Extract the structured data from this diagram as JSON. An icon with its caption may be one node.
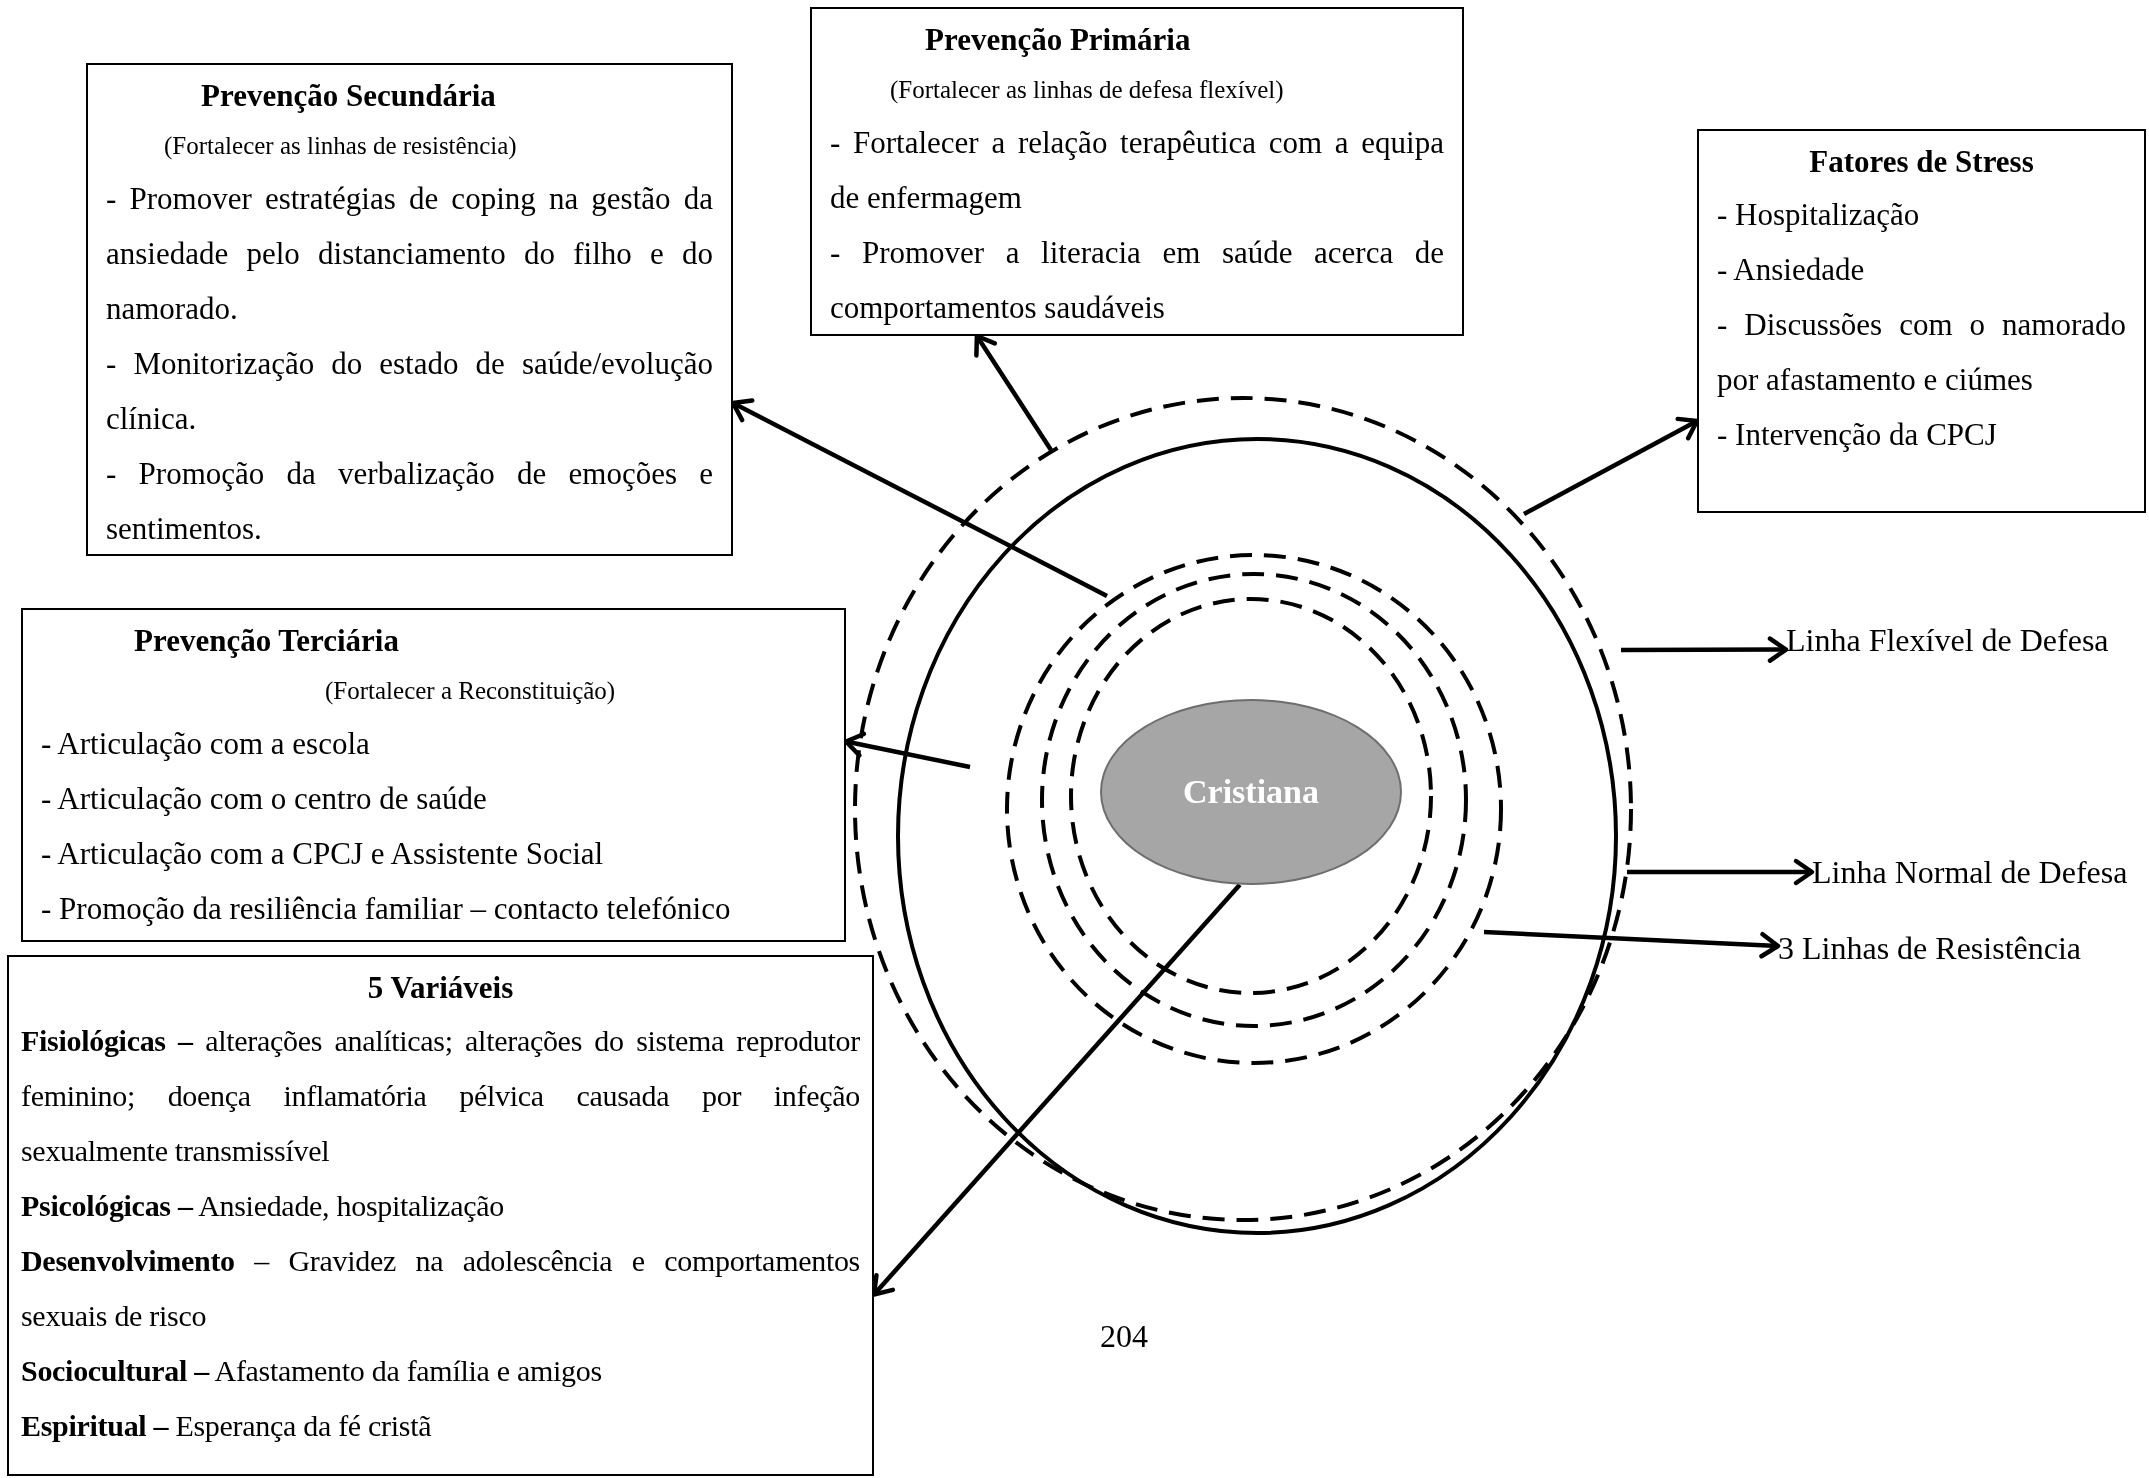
{
  "diagram": {
    "nodes": [
      {
        "text": [
          "Prevenção Primária",
          "(Fortalecer as linhas de defesa flexível)",
          "- Fortalecer a relação terapêutica com a equipa de enfermagem",
          "- Promover a literacia em saúde acerca de comportamentos saudáveis"
        ]
      },
      {
        "text": [
          "Prevenção Secundária",
          "(Fortalecer as linhas de resistência)",
          "- Promover estratégias de coping na gestão da ansiedade pelo distanciamento do filho e do namorado.",
          "- Monitorização do estado de saúde/evolução clínica.",
          "- Promoção da verbalização de emoções e sentimentos."
        ]
      },
      {
        "text": [
          "Fatores de Stress",
          "- Hospitalização",
          "- Ansiedade",
          "- Discussões com o namorado por afastamento e ciúmes",
          "- Intervenção da CPCJ"
        ]
      },
      {
        "text": [
          "Prevenção Terciária",
          "(Fortalecer a Reconstituição)",
          "- Articulação com a escola",
          "- Articulação com o centro de saúde",
          "- Articulação com a CPCJ e Assistente Social",
          "- Promoção da resiliência familiar – contacto telefónico"
        ]
      },
      {
        "text": [
          "Linha Flexível de Defesa"
        ]
      },
      {
        "text": [
          "Linha Normal de Defesa"
        ]
      },
      {
        "text": [
          "3 Linhas de Resistência"
        ]
      },
      {
        "text": [
          "5 Variáveis",
          "**Fisiológicas –** alterações analíticas; alterações do sistema reprodutor feminino; doença inflamatória pélvica causada por infeção sexualmente transmissível",
          "**Psicológicas –** Ansiedade, hospitalização",
          "**Desenvolvimento** – Gravidez na adolescência e comportamentos sexuais de risco",
          "**Sociocultural –** Afastamento da família e amigos",
          "**Espiritual –** Esperança da fé cristã"
        ]
      },
      {
        "text": [
          "Cristiana"
        ]
      }
    ],
    "edges": [
      {
        "from": null,
        "to": 0,
        "arrow": "to"
      },
      {
        "from": null,
        "to": 1,
        "arrow": "to"
      },
      {
        "from": null,
        "to": 3,
        "arrow": "to"
      },
      {
        "from": null,
        "to": 2,
        "arrow": "to"
      },
      {
        "from": 8,
        "to": 7,
        "arrow": "to"
      },
      {
        "from": null,
        "to": 4,
        "arrow": "to"
      },
      {
        "from": null,
        "to": 5,
        "arrow": "to"
      },
      {
        "from": null,
        "to": 6,
        "arrow": "to"
      }
    ],
    "labels": [
      "204"
    ]
  }
}
